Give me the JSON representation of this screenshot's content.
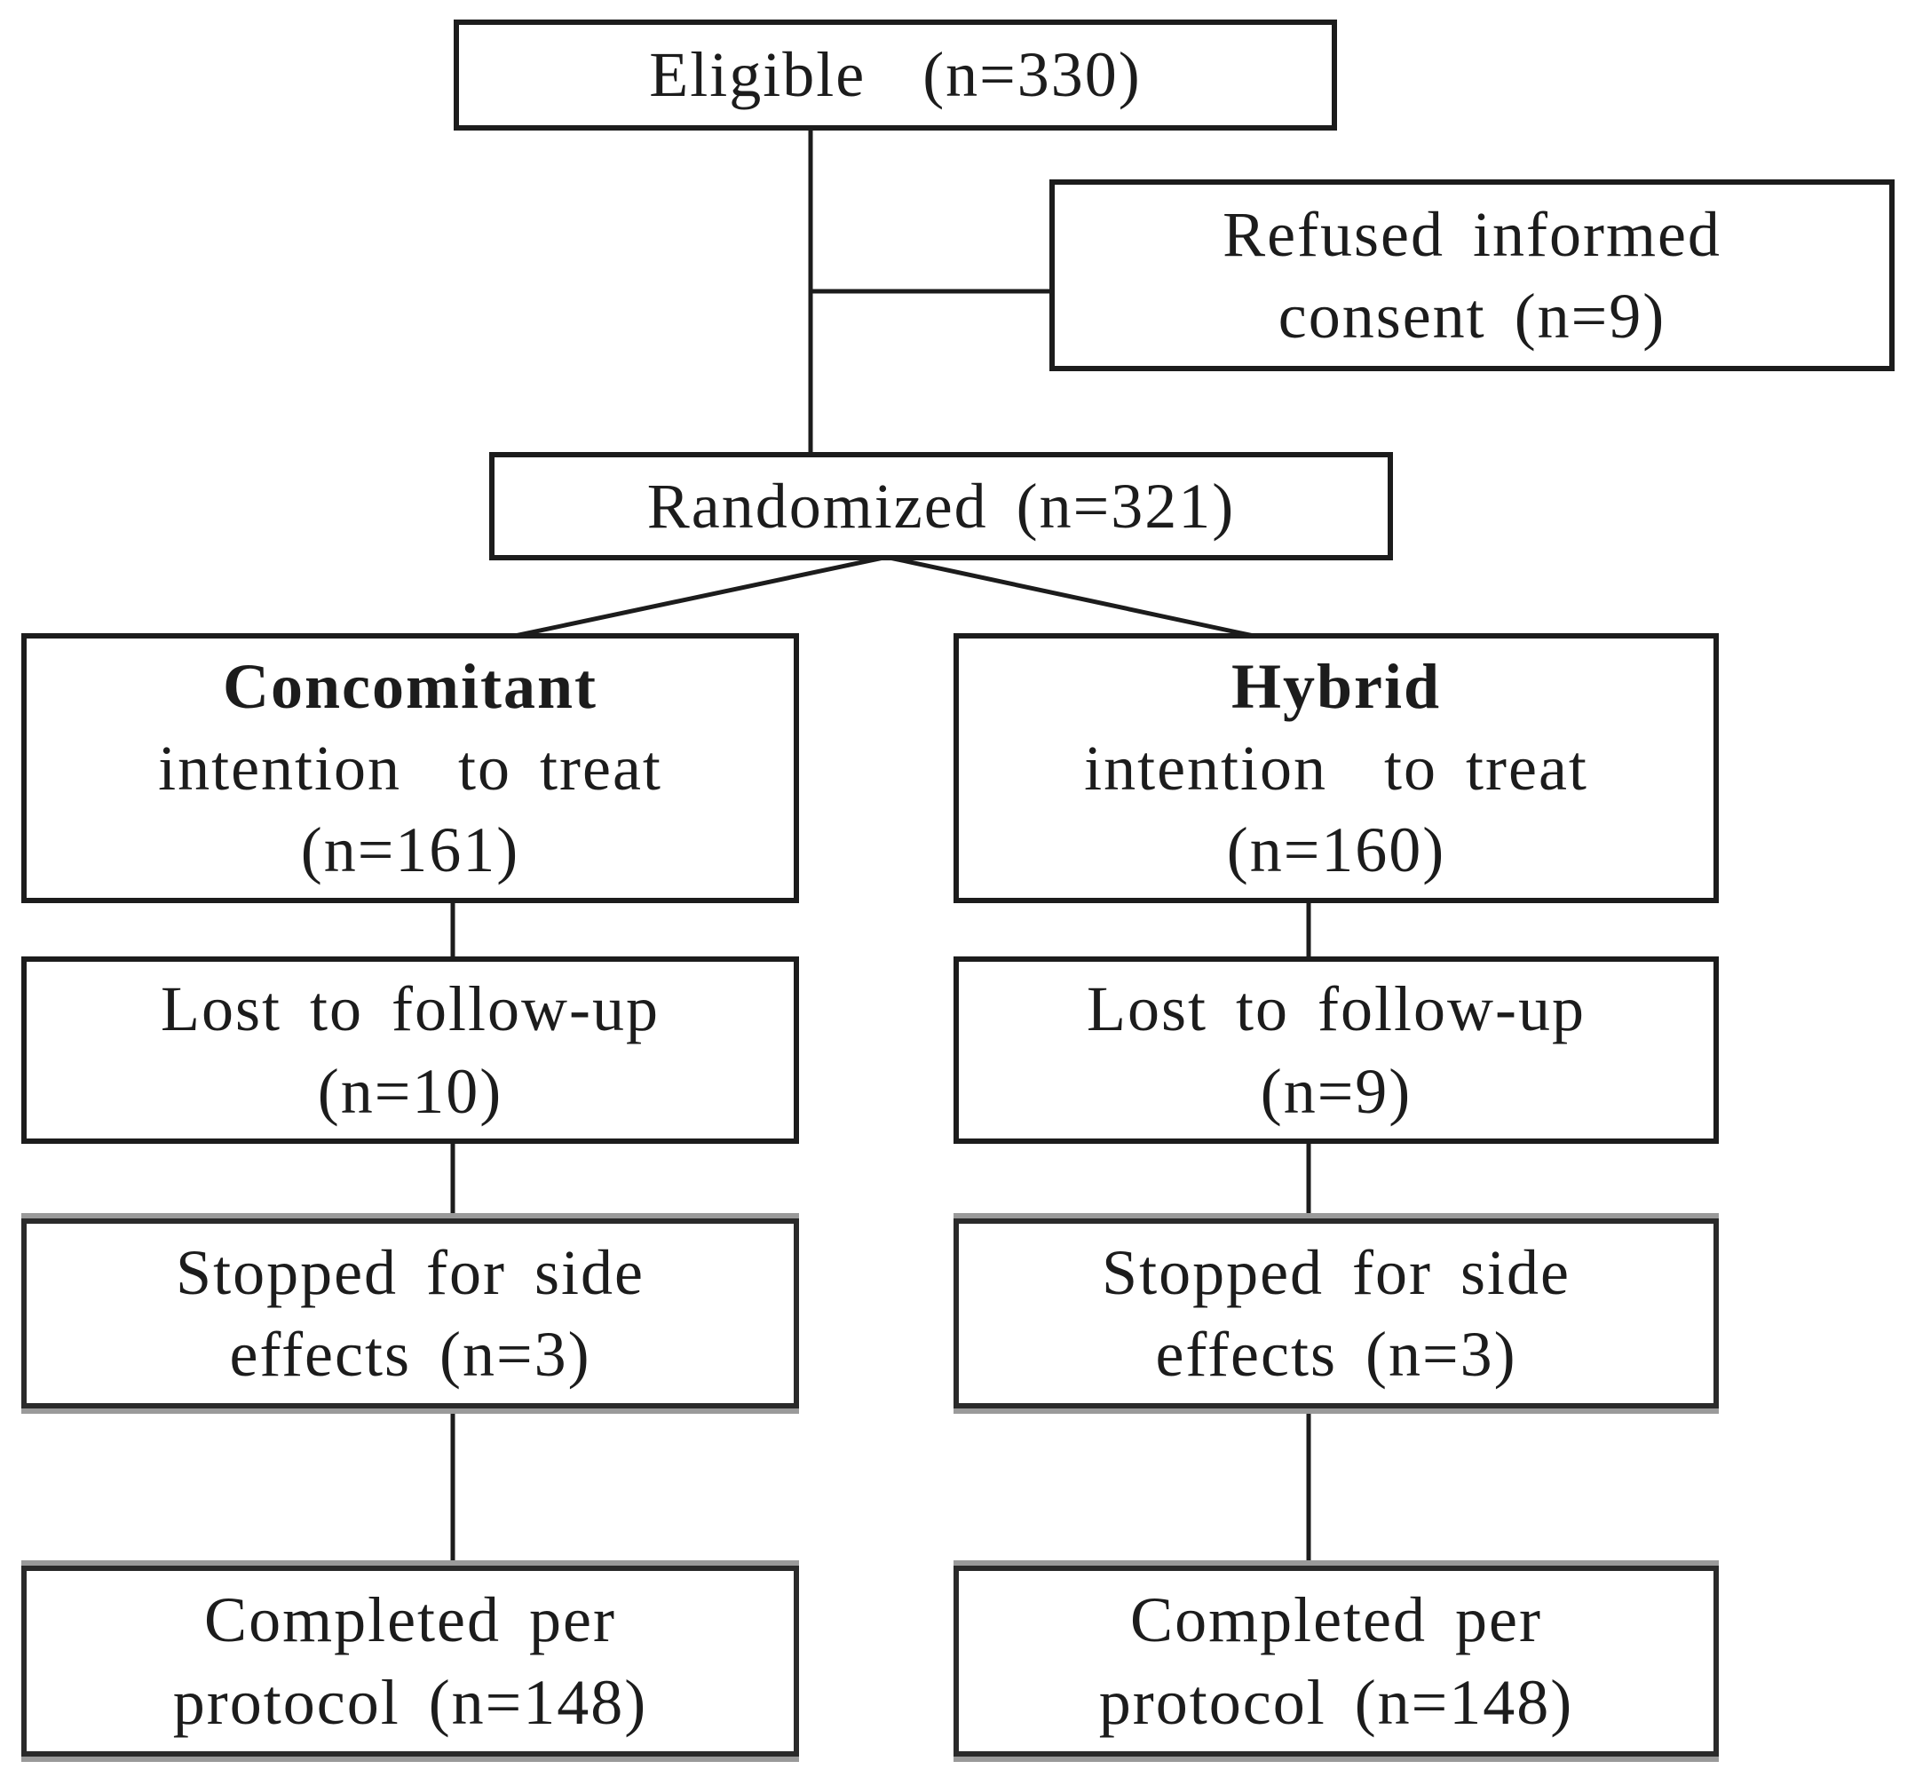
{
  "diagram": {
    "type": "trial-flowchart",
    "nodes": {
      "eligible": {
        "label": "Eligible  (n=330)"
      },
      "refused": {
        "line1": "Refused informed",
        "line2": "consent (n=9)"
      },
      "randomized": {
        "label": "Randomized (n=321)"
      },
      "concomitant": {
        "name": "Concomitant",
        "line2": "intention  to treat",
        "line3": "(n=161)"
      },
      "hybrid": {
        "name": "Hybrid",
        "line2": "intention  to treat",
        "line3": "(n=160)"
      },
      "lost_concomitant": {
        "line1": "Lost to follow-up",
        "line2": "(n=10)"
      },
      "lost_hybrid": {
        "line1": "Lost to follow-up",
        "line2": "(n=9)"
      },
      "stopped_concomitant": {
        "line1": "Stopped for side",
        "line2": "effects (n=3)"
      },
      "stopped_hybrid": {
        "line1": "Stopped for side",
        "line2": "effects (n=3)"
      },
      "completed_concomitant": {
        "line1": "Completed per",
        "line2": "protocol (n=148)"
      },
      "completed_hybrid": {
        "line1": "Completed per",
        "line2": "protocol (n=148)"
      }
    },
    "counts": {
      "eligible": 330,
      "refused_informed_consent": 9,
      "randomized": 321,
      "concomitant_intention_to_treat": 161,
      "hybrid_intention_to_treat": 160,
      "lost_to_followup_concomitant": 10,
      "lost_to_followup_hybrid": 9,
      "stopped_side_effects_concomitant": 3,
      "stopped_side_effects_hybrid": 3,
      "completed_per_protocol_concomitant": 148,
      "completed_per_protocol_hybrid": 148
    },
    "colors": {
      "line": "#1c1c1c",
      "box_fill": "#ffffff",
      "background": "#ffffff",
      "shadow_gray": "#9a9a9a",
      "text": "#1c1c1c"
    }
  }
}
